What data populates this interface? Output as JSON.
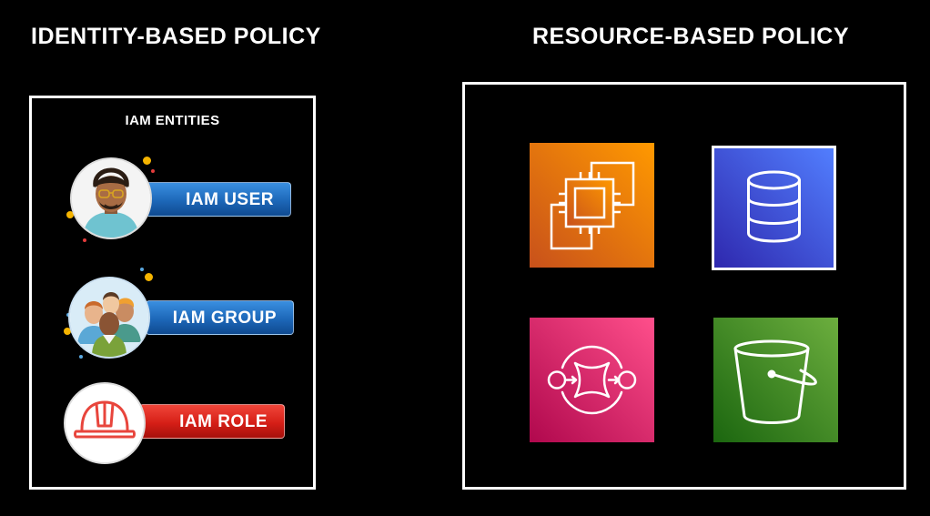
{
  "identity": {
    "heading": "IDENTITY-BASED POLICY",
    "entities_label": "IAM ENTITIES",
    "entities": [
      {
        "label": "IAM USER",
        "icon": "person-avatar-icon"
      },
      {
        "label": "IAM GROUP",
        "icon": "people-group-icon"
      },
      {
        "label": "IAM ROLE",
        "icon": "hard-hat-icon"
      }
    ]
  },
  "resource": {
    "heading": "RESOURCE-BASED POLICY",
    "services": [
      {
        "icon": "compute-chip-icon",
        "color": "#e8710a"
      },
      {
        "icon": "database-icon",
        "color": "#3b48cc"
      },
      {
        "icon": "queue-icon",
        "color": "#d6246e"
      },
      {
        "icon": "bucket-icon",
        "color": "#3f8624"
      }
    ]
  },
  "colors": {
    "background": "#000000",
    "blue_badge": "#1d67b8",
    "red_badge": "#d61f17"
  }
}
